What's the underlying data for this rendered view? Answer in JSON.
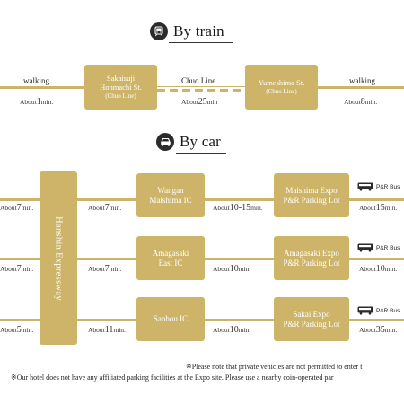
{
  "train": {
    "title": "By train",
    "icon": "train-icon",
    "walking_left": "walking",
    "walking_right": "walking",
    "about": "About",
    "min": "min.",
    "time_left": "1",
    "time_mid": "25",
    "time_right": "8",
    "line_label": "Chuo Line",
    "station1": {
      "l1": "Sakaisuji",
      "l2": "Honmachi St.",
      "sub": "(Chuo Line)"
    },
    "station2": {
      "l1": "Yumeshima St.",
      "sub": "(Chuo Line)"
    }
  },
  "car": {
    "title": "By car",
    "icon": "car-icon",
    "expressway": "Hanshin Expressway",
    "about": "About",
    "min": "min.",
    "pr_bus": "P&R Bus",
    "rows": [
      {
        "t_in": "7",
        "t_ic": "7",
        "t_lot": "10-15",
        "t_bus": "15",
        "ic": {
          "l1": "Wangan",
          "l2": "Maishima IC"
        },
        "lot": {
          "l1": "Maishima Expo",
          "l2": "P&R Parking Lot"
        }
      },
      {
        "t_in": "7",
        "t_ic": "7",
        "t_lot": "10",
        "t_bus": "10",
        "ic": {
          "l1": "Amagasaki",
          "l2": "East IC"
        },
        "lot": {
          "l1": "Amagasaki Expo",
          "l2": "P&R Parking Lot"
        }
      },
      {
        "t_in": "5",
        "t_ic": "11",
        "t_lot": "10",
        "t_bus": "35",
        "ic": {
          "l1": "Sanbou IC",
          "l2": ""
        },
        "lot": {
          "l1": "Sakai Expo",
          "l2": "P&R Parking Lot"
        }
      }
    ]
  },
  "notes": {
    "note1": "※Please note that private vehicles are not permitted to enter t",
    "note2": "※Our hotel does not have any affiliated parking facilities at the Expo site. Please use a nearby coin-operated par"
  },
  "colors": {
    "gold": "#cdb469",
    "dark": "#2b2b2b"
  }
}
